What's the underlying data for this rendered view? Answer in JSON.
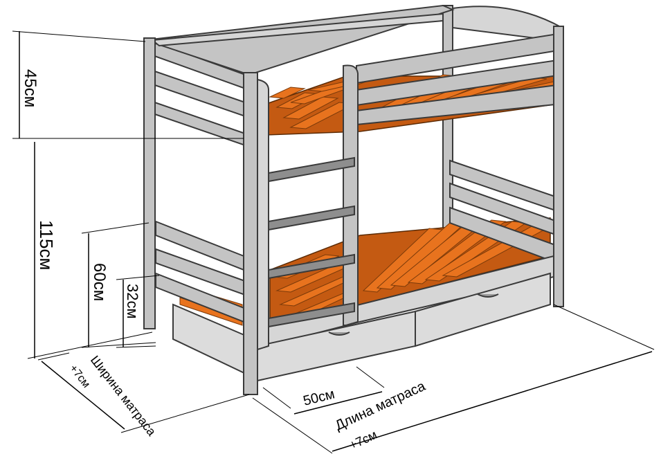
{
  "dimensions": {
    "top_rail_height": "45см",
    "total_leg_height": "115см",
    "lower_rail_height": "60см",
    "lower_board_height": "32см",
    "ladder_width": "50см",
    "mattress_width": "Ширина матраса",
    "mattress_width_extra": "+7см",
    "mattress_length": "Длина матраса",
    "mattress_length_extra": "+7см"
  },
  "colors": {
    "frame": "#c4c4c4",
    "slats": "#e8731e",
    "outline": "#3a3a3a"
  }
}
